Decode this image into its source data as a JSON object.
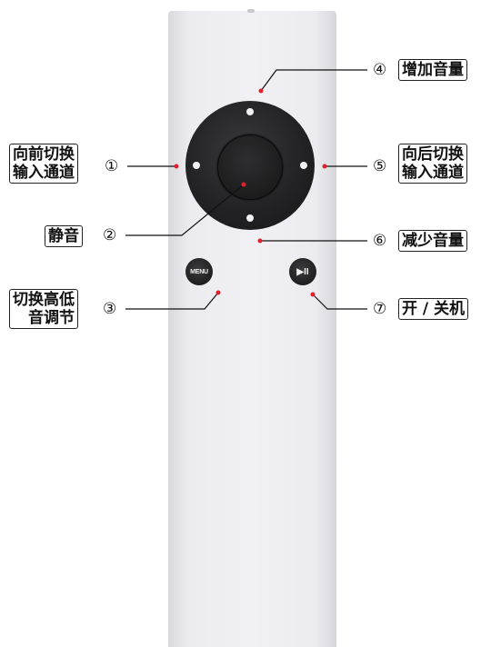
{
  "remote": {
    "menu_button_label": "MENU",
    "play_pause_button_label": "▶II",
    "body_color": "#eeedf1",
    "button_color": "#1f1f20",
    "marker_color": "#e0202a"
  },
  "callouts": [
    {
      "id": "prev-input",
      "number": "①",
      "lines": [
        "向前切换",
        "输入通道"
      ]
    },
    {
      "id": "mute",
      "number": "②",
      "lines": [
        "静音"
      ]
    },
    {
      "id": "treble-bass",
      "number": "③",
      "lines": [
        "切换高低",
        "音调节"
      ]
    },
    {
      "id": "volume-up",
      "number": "④",
      "lines": [
        "增加音量"
      ]
    },
    {
      "id": "next-input",
      "number": "⑤",
      "lines": [
        "向后切换",
        "输入通道"
      ]
    },
    {
      "id": "volume-down",
      "number": "⑥",
      "lines": [
        "减少音量"
      ]
    },
    {
      "id": "power",
      "number": "⑦",
      "lines": [
        "开 / 关机"
      ]
    }
  ]
}
